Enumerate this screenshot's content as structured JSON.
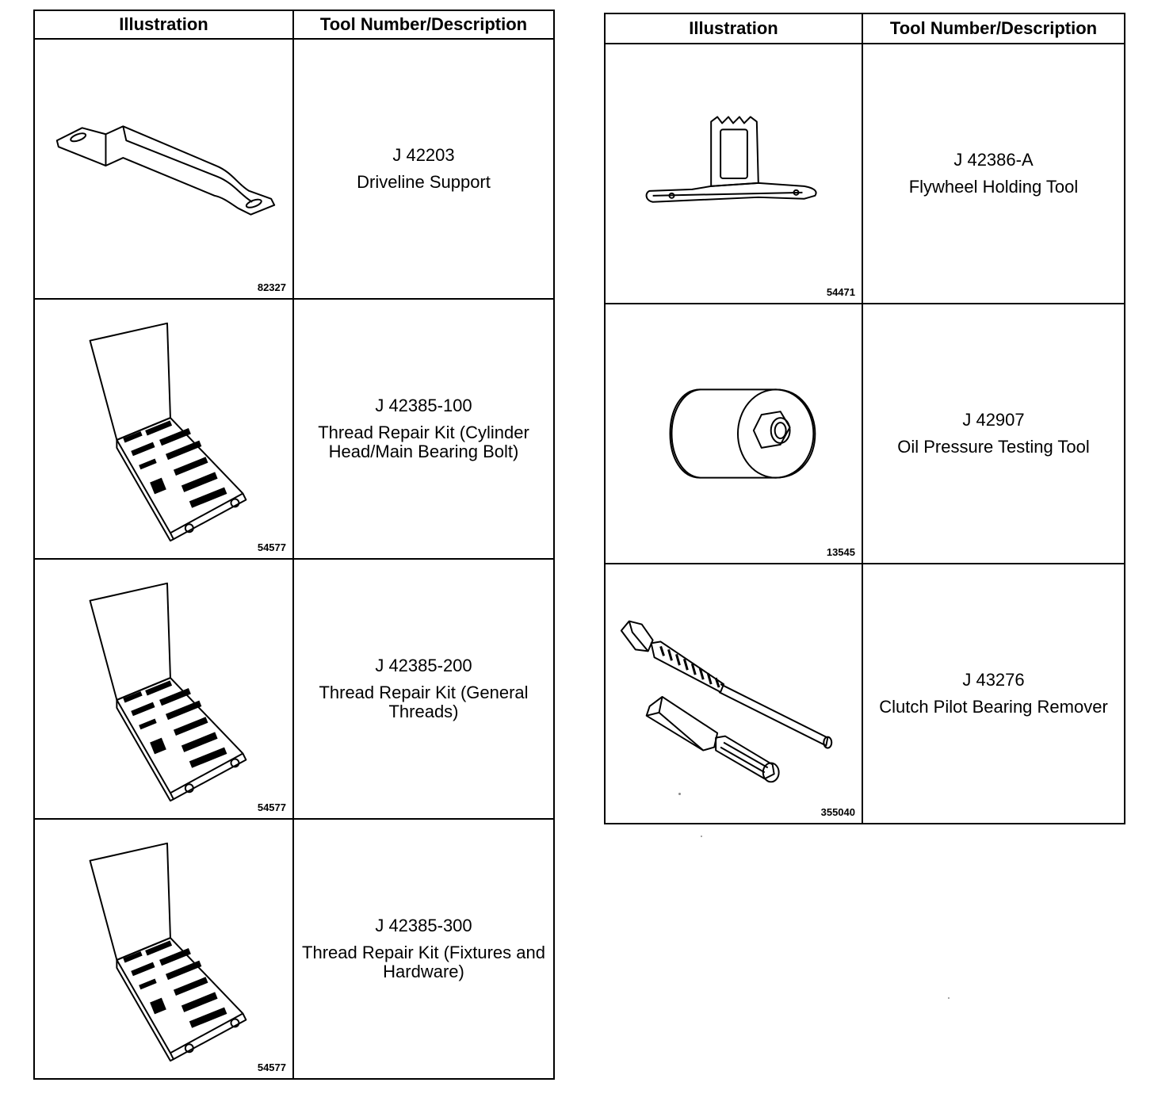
{
  "left_table": {
    "headers": {
      "illustration": "Illustration",
      "description": "Tool Number/Description"
    },
    "rows": [
      {
        "figure_number": "82327",
        "tool_number": "J 42203",
        "description": "Driveline Support",
        "illustration_icon": "driveline-support"
      },
      {
        "figure_number": "54577",
        "tool_number": "J 42385-100",
        "description": "Thread Repair Kit (Cylinder Head/Main Bearing Bolt)",
        "illustration_icon": "thread-repair-kit"
      },
      {
        "figure_number": "54577",
        "tool_number": "J 42385-200",
        "description": "Thread Repair Kit (General Threads)",
        "illustration_icon": "thread-repair-kit"
      },
      {
        "figure_number": "54577",
        "tool_number": "J 42385-300",
        "description": "Thread Repair Kit (Fixtures and Hardware)",
        "illustration_icon": "thread-repair-kit"
      }
    ]
  },
  "right_table": {
    "headers": {
      "illustration": "Illustration",
      "description": "Tool Number/Description"
    },
    "rows": [
      {
        "figure_number": "54471",
        "tool_number": "J 42386-A",
        "description": "Flywheel Holding Tool",
        "illustration_icon": "flywheel-holding-tool"
      },
      {
        "figure_number": "13545",
        "tool_number": "J 42907",
        "description": "Oil Pressure Testing Tool",
        "illustration_icon": "oil-pressure-testing-tool"
      },
      {
        "figure_number": "355040",
        "tool_number": "J 43276",
        "description": "Clutch Pilot Bearing Remover",
        "illustration_icon": "clutch-pilot-bearing-remover"
      }
    ]
  }
}
